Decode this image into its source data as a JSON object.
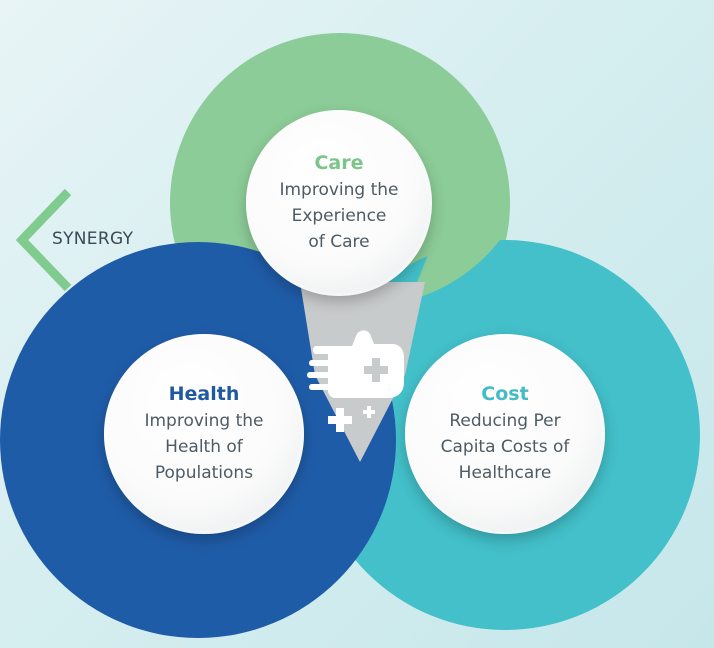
{
  "synergy": {
    "label": "SYNERGY"
  },
  "care": {
    "title": "Care",
    "desc_lines": [
      "Improving the",
      "Experience",
      "of Care"
    ]
  },
  "health": {
    "title": "Health",
    "desc_lines": [
      "Improving the",
      "Health of",
      "Populations"
    ]
  },
  "cost": {
    "title": "Cost",
    "desc_lines": [
      "Reducing Per",
      "Capita Costs of",
      "Healthcare"
    ]
  },
  "colors": {
    "care_green": "#8ccc98",
    "health_blue": "#1f5ca8",
    "cost_teal": "#43c0ca",
    "center_gray": "#c7cacc",
    "chevron_green": "#7fcc8e"
  },
  "icons": {
    "center": "helping-hand-with-medical-crosses-icon"
  }
}
